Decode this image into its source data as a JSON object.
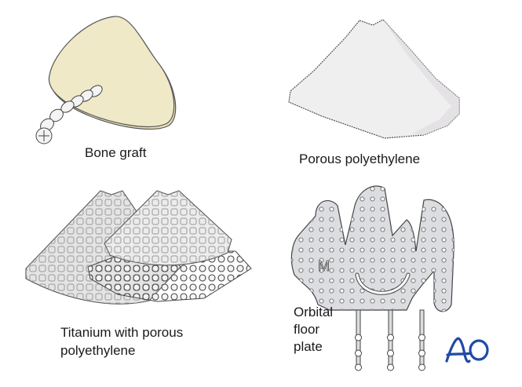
{
  "figure": {
    "panels": [
      {
        "id": "bone-graft",
        "label": "Bone graft",
        "fill": "#efe9c8",
        "stroke": "#555555"
      },
      {
        "id": "porous-polyethylene",
        "label": "Porous polyethylene",
        "fill": "#f0eff0",
        "stroke": "#555555"
      },
      {
        "id": "titanium-porous",
        "label_line1": "Titanium with porous",
        "label_line2": "polyethylene",
        "fill": "#e6e6e6",
        "stroke": "#666666"
      },
      {
        "id": "orbital-floor-plate",
        "label_line1": "Orbital",
        "label_line2": "floor",
        "label_line3": "plate",
        "fill": "#dcdde0",
        "stroke": "#444444"
      }
    ],
    "logo": {
      "text": "AO",
      "color": "#1f4aa8"
    }
  }
}
